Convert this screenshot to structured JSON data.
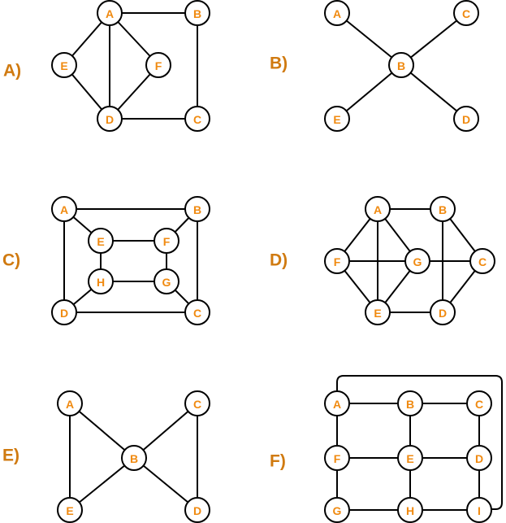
{
  "colors": {
    "node_text": "#f08a10",
    "graph_label": "#d07a10",
    "edge": "#000000"
  },
  "graphs": [
    {
      "id": "A",
      "label": "A)",
      "nodes": [
        "A",
        "B",
        "C",
        "D",
        "E",
        "F"
      ],
      "edges": [
        [
          "A",
          "B"
        ],
        [
          "A",
          "E"
        ],
        [
          "A",
          "F"
        ],
        [
          "A",
          "D"
        ],
        [
          "E",
          "D"
        ],
        [
          "F",
          "D"
        ],
        [
          "B",
          "C"
        ],
        [
          "D",
          "C"
        ]
      ]
    },
    {
      "id": "B",
      "label": "B)",
      "nodes": [
        "A",
        "B",
        "C",
        "D",
        "E"
      ],
      "edges": [
        [
          "B",
          "A"
        ],
        [
          "B",
          "C"
        ],
        [
          "B",
          "D"
        ],
        [
          "B",
          "E"
        ]
      ]
    },
    {
      "id": "C",
      "label": "C)",
      "nodes": [
        "A",
        "B",
        "C",
        "D",
        "E",
        "F",
        "G",
        "H"
      ],
      "edges": [
        [
          "A",
          "B"
        ],
        [
          "A",
          "D"
        ],
        [
          "B",
          "C"
        ],
        [
          "D",
          "C"
        ],
        [
          "A",
          "E"
        ],
        [
          "B",
          "F"
        ],
        [
          "D",
          "H"
        ],
        [
          "C",
          "G"
        ],
        [
          "E",
          "F"
        ],
        [
          "E",
          "H"
        ],
        [
          "F",
          "G"
        ],
        [
          "H",
          "G"
        ]
      ]
    },
    {
      "id": "D",
      "label": "D)",
      "nodes": [
        "A",
        "B",
        "C",
        "D",
        "E",
        "F",
        "G"
      ],
      "edges": [
        [
          "A",
          "B"
        ],
        [
          "A",
          "F"
        ],
        [
          "A",
          "E"
        ],
        [
          "A",
          "G"
        ],
        [
          "F",
          "G"
        ],
        [
          "G",
          "C"
        ],
        [
          "F",
          "E"
        ],
        [
          "G",
          "E"
        ],
        [
          "E",
          "D"
        ],
        [
          "B",
          "D"
        ],
        [
          "B",
          "C"
        ],
        [
          "C",
          "D"
        ]
      ]
    },
    {
      "id": "E",
      "label": "E)",
      "nodes": [
        "A",
        "B",
        "C",
        "D",
        "E"
      ],
      "edges": [
        [
          "A",
          "B"
        ],
        [
          "A",
          "E"
        ],
        [
          "E",
          "B"
        ],
        [
          "B",
          "C"
        ],
        [
          "B",
          "D"
        ],
        [
          "C",
          "D"
        ]
      ]
    },
    {
      "id": "F",
      "label": "F)",
      "nodes": [
        "A",
        "B",
        "C",
        "D",
        "E",
        "F",
        "G",
        "H",
        "I"
      ],
      "edges": [
        [
          "A",
          "B"
        ],
        [
          "B",
          "C"
        ],
        [
          "A",
          "F"
        ],
        [
          "B",
          "E"
        ],
        [
          "C",
          "D"
        ],
        [
          "F",
          "E"
        ],
        [
          "E",
          "D"
        ],
        [
          "F",
          "G"
        ],
        [
          "E",
          "H"
        ],
        [
          "D",
          "I"
        ],
        [
          "G",
          "H"
        ],
        [
          "H",
          "I"
        ],
        [
          "A",
          "I"
        ]
      ]
    }
  ]
}
